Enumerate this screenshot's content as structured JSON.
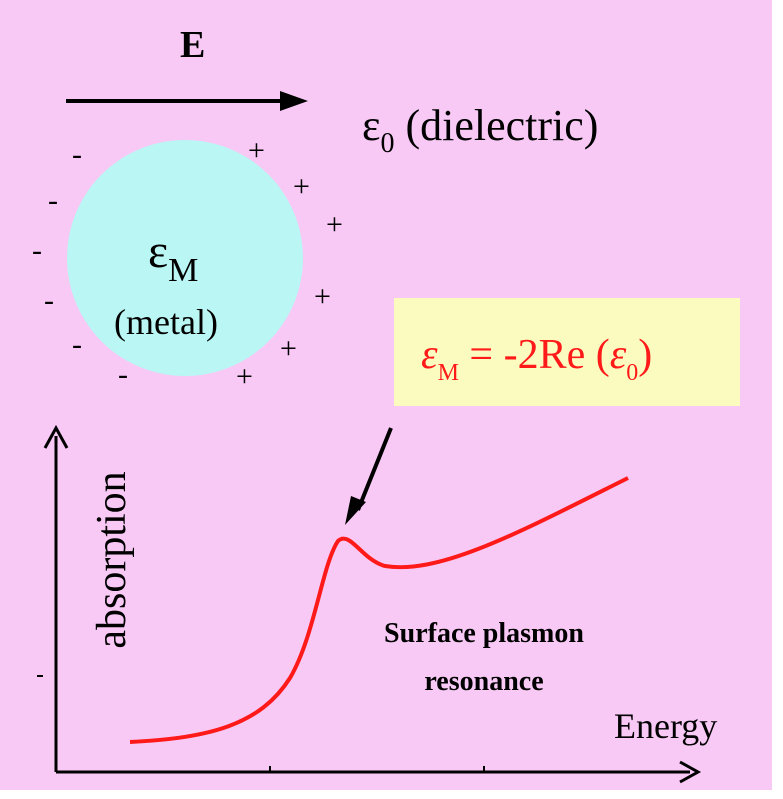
{
  "field": {
    "label": "E"
  },
  "dielectric": {
    "symbol": "ε",
    "subscript": "0",
    "label": "(dielectric)"
  },
  "particle": {
    "symbol": "ε",
    "subscript": "M",
    "label": "(metal)",
    "fill": "#b9f6f4",
    "negative_charges": [
      "-",
      "-",
      "-",
      "-",
      "-",
      "-",
      "-"
    ],
    "positive_charges": [
      "+",
      "+",
      "+",
      "+",
      "+",
      "+",
      "+"
    ]
  },
  "resonance_condition": {
    "lhs_symbol": "ε",
    "lhs_subscript": "M",
    "rhs_text": " = -2Re (",
    "rhs_symbol": "ε",
    "rhs_subscript": "0",
    "close": ")",
    "color": "#ff1a1a",
    "box_color": "#fbfbbf"
  },
  "chart": {
    "y_axis_label": "absorption",
    "x_axis_label": "Energy",
    "curve_label_line1": "Surface plasmon",
    "curve_label_line2": "resonance",
    "curve_color": "#ff1a1a",
    "background": "#f9c9f6"
  }
}
